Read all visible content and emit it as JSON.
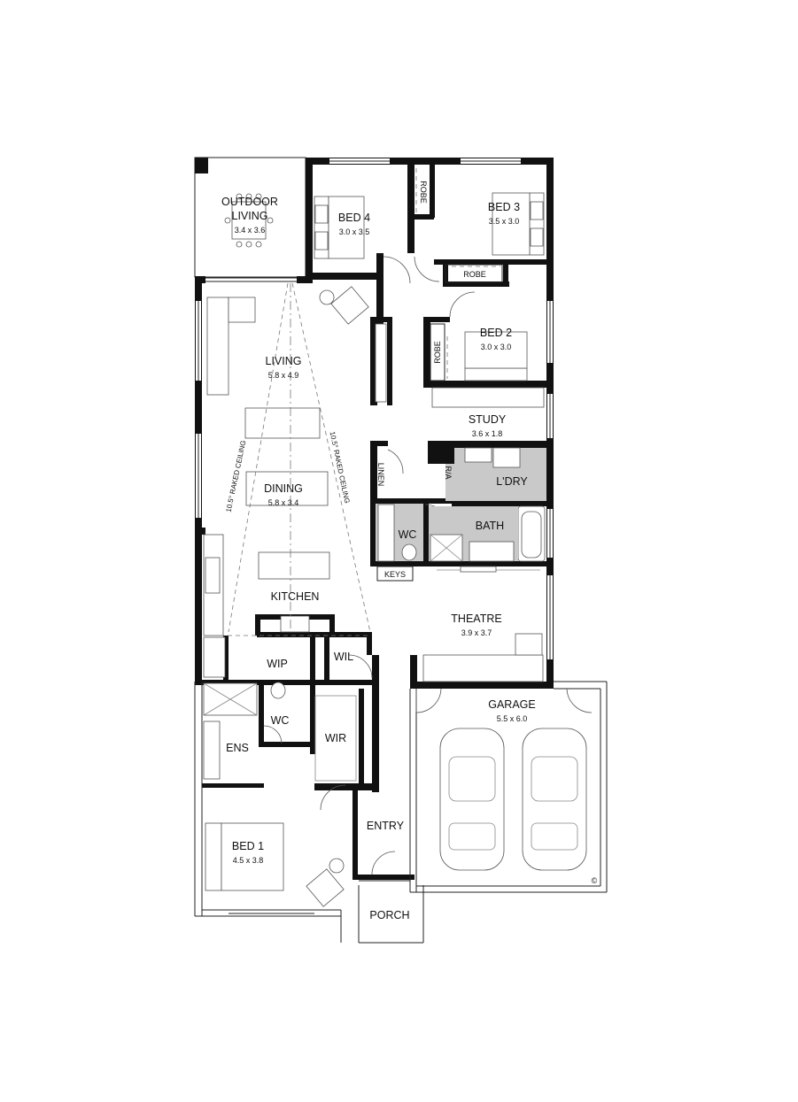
{
  "rooms": {
    "outdoor_living": {
      "label_line1": "OUTDOOR",
      "label_line2": "LIVING",
      "size": "3.4 x 3.6"
    },
    "bed4": {
      "label": "BED 4",
      "size": "3.0 x 3.5"
    },
    "bed3": {
      "label": "BED 3",
      "size": "3.5 x 3.0"
    },
    "bed2": {
      "label": "BED 2",
      "size": "3.0 x 3.0"
    },
    "bed1": {
      "label": "BED 1",
      "size": "4.5 x 3.8"
    },
    "living": {
      "label": "LIVING",
      "size": "5.8 x 4.9"
    },
    "dining": {
      "label": "DINING",
      "size": "5.8 x 3.4"
    },
    "kitchen": {
      "label": "KITCHEN"
    },
    "study": {
      "label": "STUDY",
      "size": "3.6 x 1.8"
    },
    "laundry": {
      "label": "L'DRY"
    },
    "bath": {
      "label": "BATH"
    },
    "wc_main": {
      "label": "WC"
    },
    "wc_ens": {
      "label": "WC"
    },
    "theatre": {
      "label": "THEATRE",
      "size": "3.9 x 3.7"
    },
    "garage": {
      "label": "GARAGE",
      "size": "5.5 x 6.0"
    },
    "wip": {
      "label": "WIP"
    },
    "wil": {
      "label": "WIL"
    },
    "ens": {
      "label": "ENS"
    },
    "wir": {
      "label": "WIR"
    },
    "entry": {
      "label": "ENTRY"
    },
    "porch": {
      "label": "PORCH"
    }
  },
  "fixtures": {
    "robe_bed4": "ROBE",
    "robe_bed3": "ROBE",
    "robe_bed2": "ROBE",
    "linen": "LINEN",
    "ra": "R/A",
    "keys": "KEYS",
    "raked_left": "10.5° RAKED CEILING",
    "raked_right": "10.5° RAKED CEILING",
    "copyright": "©"
  }
}
